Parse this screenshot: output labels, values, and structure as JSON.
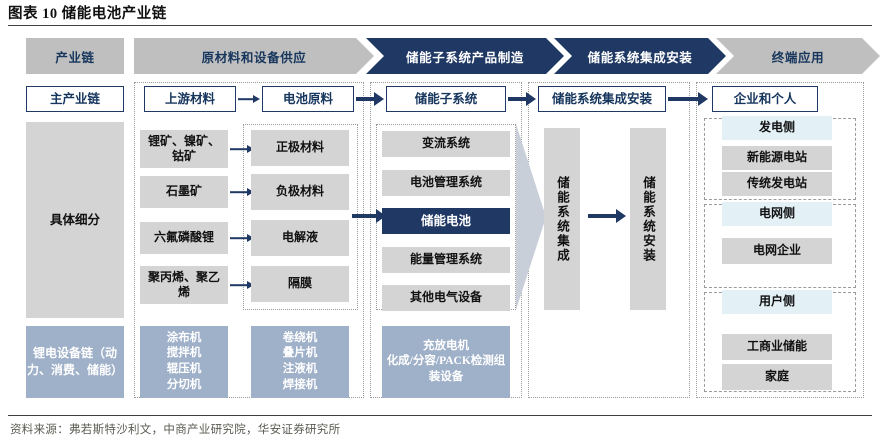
{
  "title": "图表 10 储能电池产业链",
  "footer": "资料来源：弗若斯特沙利文，中商产业研究院，华安证券研究所",
  "colors": {
    "navy": "#1f3864",
    "navy_text": "#17365d",
    "banner_gray": "#bfbfbf",
    "box_gray": "#d4d4d4",
    "equip_blue": "#9fb0c9",
    "header_blue": "#e3f1f7",
    "funnel_gray": "#c9cfd9"
  },
  "banner": {
    "stages": [
      {
        "label": "产业链",
        "style": "gray-plain"
      },
      {
        "label": "原材料和设备供应",
        "style": "gray-arrow"
      },
      {
        "label": "储能子系统产品制造",
        "style": "navy-arrow-notch"
      },
      {
        "label": "储能系统集成安装",
        "style": "navy-arrow-notch"
      },
      {
        "label": "终端应用",
        "style": "gray-arrow-notch"
      }
    ]
  },
  "row_labels": {
    "main_chain": "主产业链",
    "detail": "具体细分",
    "equipment_chain": "锂电设备链（动力、消费、储能）"
  },
  "main_chain": {
    "nodes": [
      {
        "label": "上游材料"
      },
      {
        "label": "电池原料"
      },
      {
        "label": "储能子系统"
      },
      {
        "label": "储能系统集成安装"
      },
      {
        "label": "企业和个人"
      }
    ]
  },
  "upstream_materials": {
    "items": [
      {
        "label": "锂矿、镍矿、钴矿"
      },
      {
        "label": "石墨矿"
      },
      {
        "label": "六氟磷酸锂"
      },
      {
        "label": "聚丙烯、聚乙烯"
      }
    ]
  },
  "battery_materials": {
    "items": [
      {
        "label": "正极材料"
      },
      {
        "label": "负极材料"
      },
      {
        "label": "电解液"
      },
      {
        "label": "隔膜"
      }
    ]
  },
  "subsystem": {
    "items": [
      {
        "label": "变流系统",
        "highlight": false
      },
      {
        "label": "电池管理系统",
        "highlight": false
      },
      {
        "label": "储能电池",
        "highlight": true
      },
      {
        "label": "能量管理系统",
        "highlight": false
      },
      {
        "label": "其他电气设备",
        "highlight": false
      }
    ]
  },
  "integration": {
    "items": [
      {
        "label": "储能系统集成"
      },
      {
        "label": "储能系统安装"
      }
    ]
  },
  "applications": {
    "groups": [
      {
        "header": "发电侧",
        "items": [
          "新能源电站",
          "传统发电站"
        ]
      },
      {
        "header": "电网侧",
        "items": [
          "电网企业"
        ]
      },
      {
        "header": "用户侧",
        "items": [
          "工商业储能",
          "家庭"
        ]
      }
    ]
  },
  "equipment": {
    "cells": [
      {
        "label": "涂布机\n搅拌机\n辊压机\n分切机"
      },
      {
        "label": "卷绕机\n叠片机\n注液机\n焊接机"
      },
      {
        "label": "充放电机\n化成/分容/PACK检测组装设备"
      }
    ]
  }
}
